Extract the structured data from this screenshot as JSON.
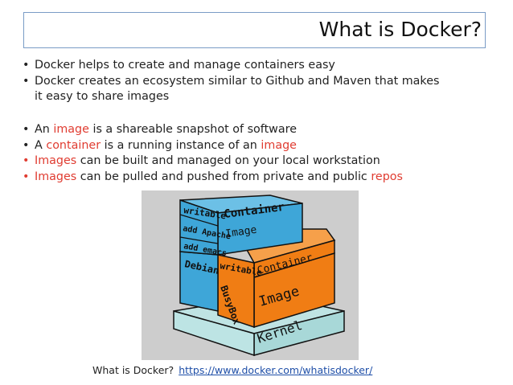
{
  "slide": {
    "title": "What is Docker?",
    "bullets_group1": [
      "Docker helps to create and manage containers easy",
      "Docker creates an ecosystem similar to Github and Maven that makes",
      "it easy to share images"
    ],
    "bullets_group2": [
      {
        "parts": [
          "An ",
          "image",
          " is a shareable snapshot of software"
        ]
      },
      {
        "parts": [
          "A ",
          "container",
          " is a running instance of an ",
          "image"
        ]
      },
      {
        "parts": [
          "Images",
          " can be built and managed on your local workstation"
        ]
      },
      {
        "parts": [
          "Images",
          " can be pulled and pushed from private and public ",
          "repos"
        ]
      }
    ],
    "highlight_color": "#e03c31"
  },
  "diagram": {
    "layers_left": [
      "writable",
      "add Apache",
      "add emacs",
      "Debian"
    ],
    "layers_right": [
      "writable",
      "BusyBox"
    ],
    "labels": {
      "container": "Container",
      "image": "Image",
      "kernel": "Kernel"
    },
    "colors": {
      "blue": "#3ea6d8",
      "orange": "#f07d14",
      "kernel": "#a8d8d8"
    }
  },
  "caption": {
    "text": "What is Docker?",
    "link": "https://www.docker.com/whatisdocker/"
  }
}
